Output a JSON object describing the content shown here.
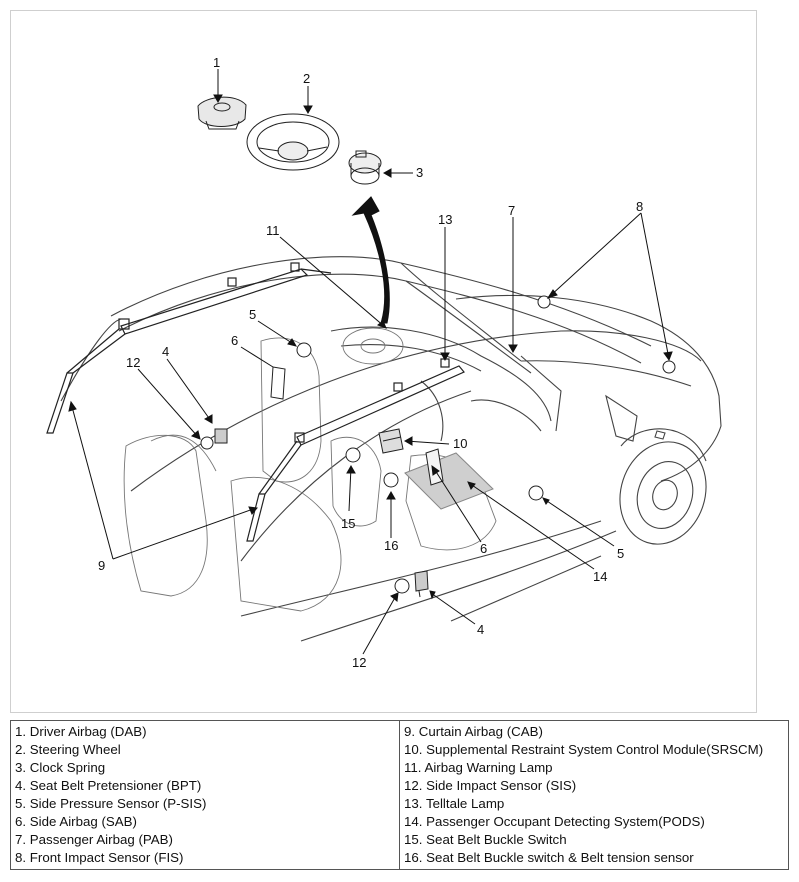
{
  "callouts": {
    "c1": "1",
    "c2": "2",
    "c3": "3",
    "c4a": "4",
    "c4b": "4",
    "c5a": "5",
    "c5b": "5",
    "c6a": "6",
    "c6b": "6",
    "c7": "7",
    "c8": "8",
    "c9": "9",
    "c10": "10",
    "c11": "11",
    "c12a": "12",
    "c12b": "12",
    "c13": "13",
    "c14": "14",
    "c15": "15",
    "c16": "16"
  },
  "legend": {
    "left": [
      "1. Driver Airbag (DAB)",
      "2. Steering Wheel",
      "3. Clock Spring",
      "4. Seat Belt Pretensioner (BPT)",
      "5. Side Pressure Sensor (P-SIS)",
      "6. Side Airbag (SAB)",
      "7. Passenger Airbag (PAB)",
      "8. Front Impact Sensor (FIS)"
    ],
    "right": [
      "9. Curtain Airbag (CAB)",
      "10. Supplemental Restraint System Control Module(SRSCM)",
      "11. Airbag Warning Lamp",
      "12. Side Impact Sensor (SIS)",
      "13. Telltale Lamp",
      "14. Passenger Occupant Detecting System(PODS)",
      "15. Seat Belt Buckle Switch",
      "16. Seat Belt Buckle switch & Belt tension sensor"
    ]
  }
}
